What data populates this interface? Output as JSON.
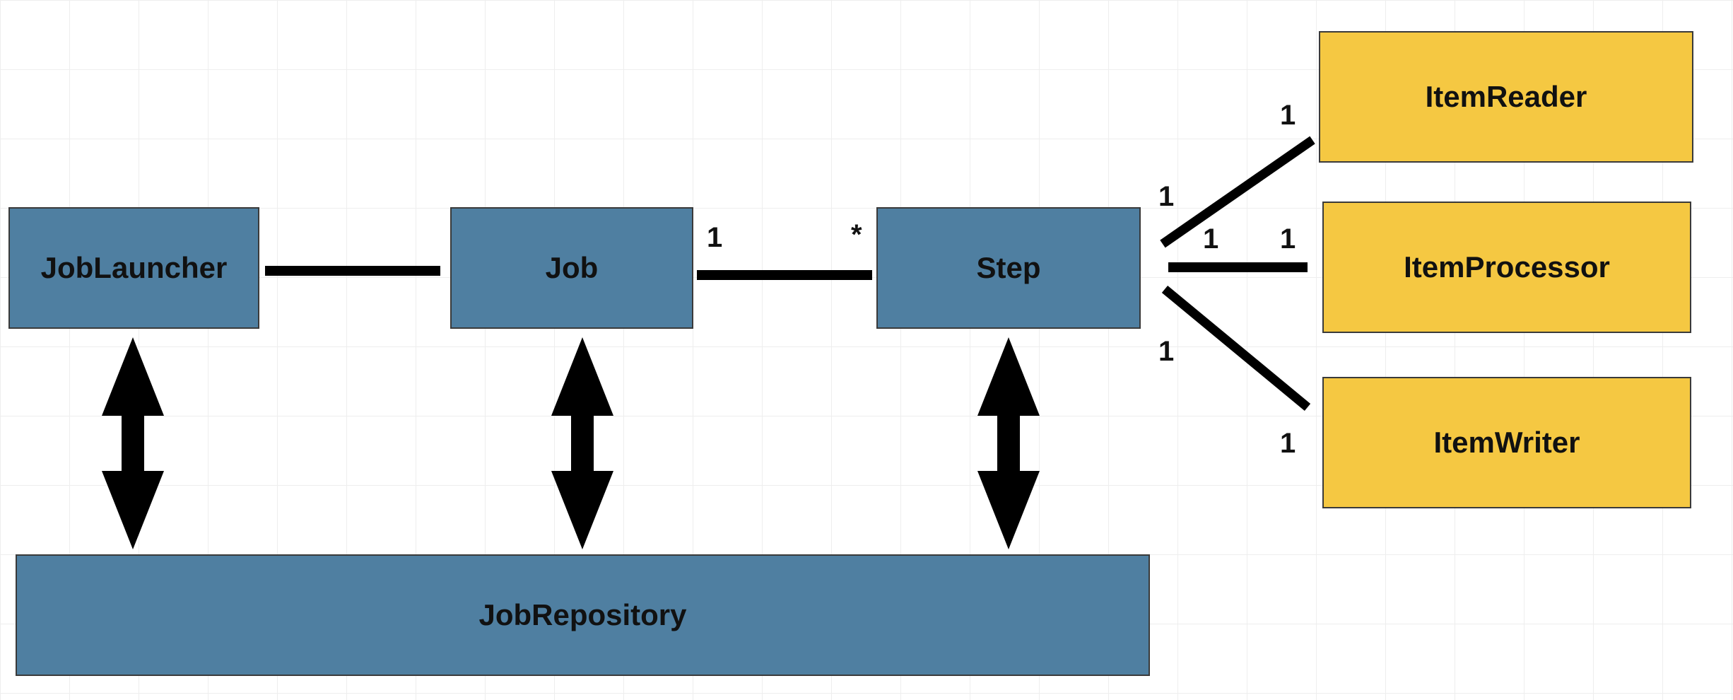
{
  "colors": {
    "core_box": "#4f7fa1",
    "item_box": "#f5c842",
    "line": "#000000"
  },
  "nodes": {
    "job_launcher": "JobLauncher",
    "job": "Job",
    "step": "Step",
    "job_repository": "JobRepository",
    "item_reader": "ItemReader",
    "item_processor": "ItemProcessor",
    "item_writer": "ItemWriter"
  },
  "edges": [
    {
      "from": "JobLauncher",
      "to": "Job",
      "label_from": "",
      "label_to": ""
    },
    {
      "from": "Job",
      "to": "Step",
      "label_from": "1",
      "label_to": "*"
    },
    {
      "from": "Step",
      "to": "ItemReader",
      "label_from": "1",
      "label_to": "1"
    },
    {
      "from": "Step",
      "to": "ItemProcessor",
      "label_from": "1",
      "label_to": "1"
    },
    {
      "from": "Step",
      "to": "ItemWriter",
      "label_from": "1",
      "label_to": "1"
    },
    {
      "from": "JobLauncher",
      "to": "JobRepository",
      "bidirectional": true
    },
    {
      "from": "Job",
      "to": "JobRepository",
      "bidirectional": true
    },
    {
      "from": "Step",
      "to": "JobRepository",
      "bidirectional": true
    }
  ]
}
